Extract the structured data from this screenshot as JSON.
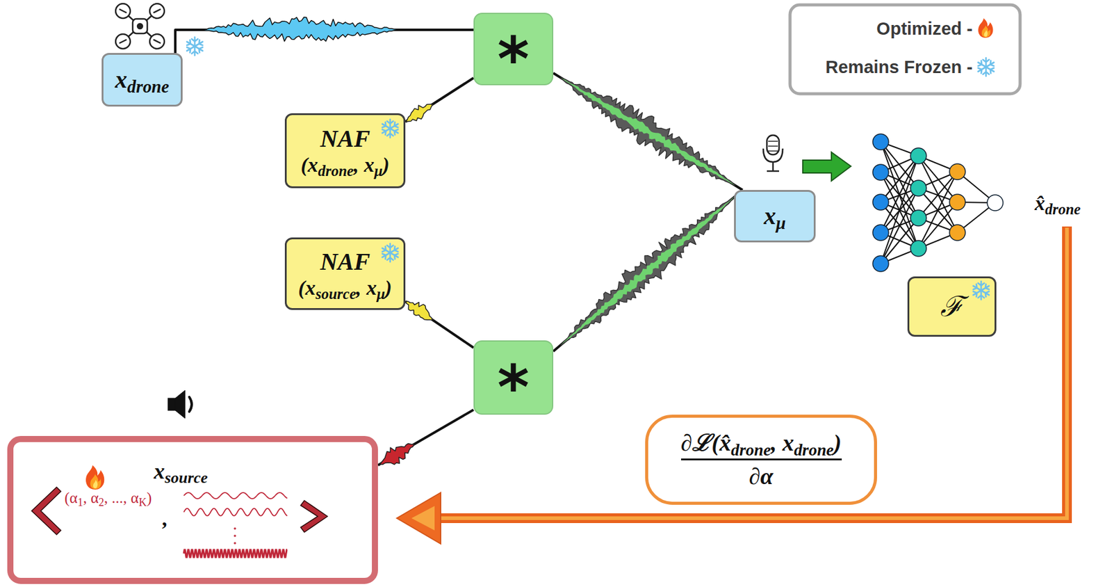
{
  "diagram": {
    "nodes": [
      {
        "text": [
          "xdrone"
        ]
      },
      {
        "text": [
          "*"
        ]
      },
      {
        "text": [
          "NAF",
          "(xdrone, xμ)"
        ]
      },
      {
        "text": [
          "xμ"
        ]
      },
      {
        "text": [
          "NAF",
          "(xsource, xμ)"
        ]
      },
      {
        "text": [
          "*"
        ]
      },
      {
        "text": [
          "ℱ"
        ]
      },
      {
        "text": [
          "∂ℒ(x̂drone, xdrone)",
          "∂α"
        ]
      },
      {
        "text": [
          "xsource",
          "(α1, α2, ..., αK)",
          ","
        ]
      }
    ],
    "edges": [
      {
        "from": 0,
        "to": 1,
        "arrow": "none"
      },
      {
        "from": 2,
        "to": 1,
        "arrow": "none"
      },
      {
        "from": 1,
        "to": 3,
        "arrow": "none"
      },
      {
        "from": 4,
        "to": 5,
        "arrow": "none"
      },
      {
        "from": 5,
        "to": 3,
        "arrow": "none"
      },
      {
        "from": 8,
        "to": 5,
        "arrow": "none"
      }
    ],
    "labels": [
      "x̂drone"
    ],
    "legend": [
      {
        "text": "Optimized -"
      },
      {
        "text": "Remains Frozen -"
      }
    ]
  }
}
